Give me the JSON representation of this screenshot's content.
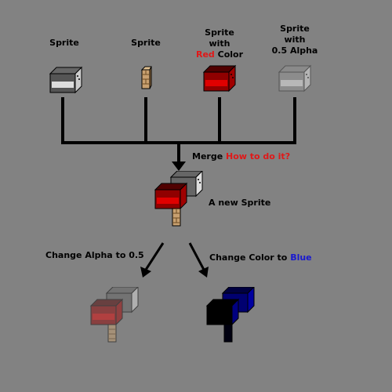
{
  "sources": [
    {
      "line1": "Sprite",
      "line2": "",
      "line2_prefix": "",
      "line2_highlight": "",
      "line3": ""
    },
    {
      "line1": "Sprite",
      "line2": "",
      "line2_prefix": "",
      "line2_highlight": "",
      "line3": ""
    },
    {
      "line1": "Sprite",
      "line2": "with",
      "line2_prefix": "",
      "line2_highlight": "Red",
      "line2_suffix": " Color",
      "line3": ""
    },
    {
      "line1": "Sprite",
      "line2": "with",
      "line3": "0.5 Alpha"
    }
  ],
  "merge": {
    "prefix": "Merge ",
    "highlight": "How to do it?"
  },
  "result": {
    "label": "A new Sprite"
  },
  "branches": {
    "alpha": {
      "label": "Change Alpha to 0.5"
    },
    "color": {
      "prefix": "Change Color to ",
      "highlight": "Blue"
    }
  },
  "colors": {
    "background": "#828282",
    "highlight_red": "#e01818",
    "highlight_blue": "#1818d0",
    "sprite_red": "#c00000",
    "sprite_blue": "#0000a0"
  }
}
